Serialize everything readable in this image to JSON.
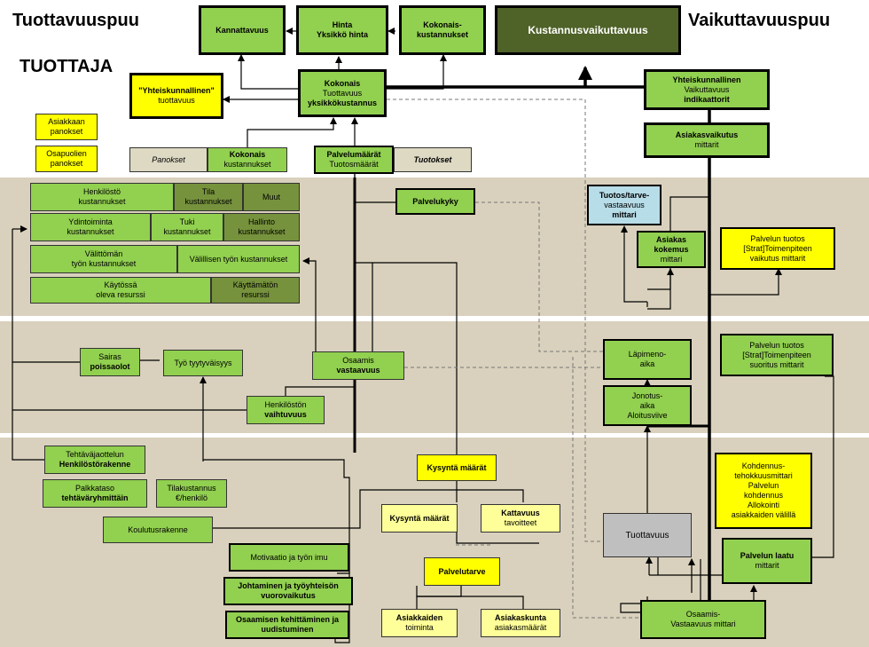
{
  "titles": {
    "left": "Tuottavuuspuu",
    "producer": "TUOTTAJA",
    "right": "Vaikuttavuuspuu"
  },
  "nodes": {
    "kannattavuus": "Kannattavuus",
    "hinta": [
      "Hinta",
      "Yksikkö hinta"
    ],
    "kokonaiskustannukset": [
      "Kokonais-",
      "kustannukset"
    ],
    "kustannusvaikuttavuus": "Kustannusvaikuttavuus",
    "yhteiskunnallinen_tuottavuus": [
      "\"Yhteiskunnallinen\"",
      "tuottavuus"
    ],
    "kokonais_tuottavuus": [
      "Kokonais",
      "Tuottavuus",
      "yksikkökustannus"
    ],
    "yht_vaikuttavuus": [
      "Yhteiskunnallinen",
      "Vaikuttavuus",
      "indikaattorit"
    ],
    "asiakkaan_panokset": [
      "Asiakkaan",
      "panokset"
    ],
    "osapuolien_panokset": [
      "Osapuolien",
      "panokset"
    ],
    "panokset": "Panokset",
    "kokonais_kustannukset": [
      "Kokonais",
      "kustannukset"
    ],
    "palvelumaarat": [
      "Palvelumäärät",
      "Tuotosmäärät"
    ],
    "tuotokset": "Tuotokset",
    "asiakasvaikutus": [
      "Asiakasvaikutus",
      "mittarit"
    ],
    "henkilosto_kustannukset": [
      "Henkilöstö",
      "kustannukset"
    ],
    "tila_kustannukset": [
      "Tila",
      "kustannukset"
    ],
    "muut": "Muut",
    "palvelukyky": "Palvelukyky",
    "tuotos_tarve": [
      "Tuotos/tarve-",
      "vastaavuus",
      "mittari"
    ],
    "ydintoiminta": [
      "Ydintoiminta",
      "kustannukset"
    ],
    "tuki": [
      "Tuki",
      "kustannukset"
    ],
    "hallinto": [
      "Hallinto",
      "kustannukset"
    ],
    "asiakas_kokemus": [
      "Asiakas",
      "kokemus",
      "mittari"
    ],
    "palvelun_tuotos_vaikutus": [
      "Palvelun tuotos",
      "[Strat]Toimenpiteen",
      "vaikutus mittarit"
    ],
    "valittoman": [
      "Välittömän",
      "työn kustannukset"
    ],
    "valillisen": "Välillisen työn kustannukset",
    "kaytossa": [
      "Käytössä",
      "oleva resurssi"
    ],
    "kayttamaton": [
      "Käyttämätön",
      "resurssi"
    ],
    "sairas": [
      "Sairas",
      "poissaolot"
    ],
    "tyotyytyvaisyys": "Työ tyytyväisyys",
    "osaamis_vastaavuus": [
      "Osaamis",
      "vastaavuus"
    ],
    "lapimenoaika": [
      "Läpimeno-",
      "aika"
    ],
    "palvelun_tuotos_suoritus": [
      "Palvelun tuotos",
      "[Strat]Toimenpiteen",
      "suoritus mittarit"
    ],
    "henkiloston_vaihtuvuus": [
      "Henkilöstön",
      "vaihtuvuus"
    ],
    "jonotusaika": [
      "Jonotus-",
      "aika",
      "Aloitusviive"
    ],
    "tehtavajaottelun": [
      "Tehtäväjaottelun",
      "Henkilöstörakenne"
    ],
    "kysynta_maarat_top": "Kysyntä määrät",
    "kohdennus": [
      "Kohdennus-",
      "tehokkuusmittari",
      "Palvelun",
      "kohdennus",
      "Allokointi",
      "asiakkaiden välillä"
    ],
    "palkkataso": [
      "Palkkataso",
      "tehtäväryhmittäin"
    ],
    "tilakustannus": [
      "Tilakustannus",
      "€/henkilö"
    ],
    "kysynta_maarat": "Kysyntä määrät",
    "kattavuus": [
      "Kattavuus",
      "tavoitteet"
    ],
    "koulutusrakenne": "Koulutusrakenne",
    "tuottavuus": "Tuottavuus",
    "motivaatio": "Motivaatio ja työn imu",
    "palvelun_laatu": [
      "Palvelun laatu",
      "mittarit"
    ],
    "palvelutarve": "Palvelutarve",
    "johtaminen": [
      "Johtaminen ja työyhteisön",
      "vuorovaikutus"
    ],
    "osaamisen_kehittaminen": [
      "Osaamisen kehittäminen ja",
      "uudistuminen"
    ],
    "asiakkaiden_toiminta": [
      "Asiakkaiden",
      "toiminta"
    ],
    "asiakaskunta": [
      "Asiakaskunta",
      "asiakasmäärät"
    ],
    "osaamis_vastaavuus_mittari": [
      "Osaamis-",
      "Vastaavuus mittari"
    ]
  }
}
